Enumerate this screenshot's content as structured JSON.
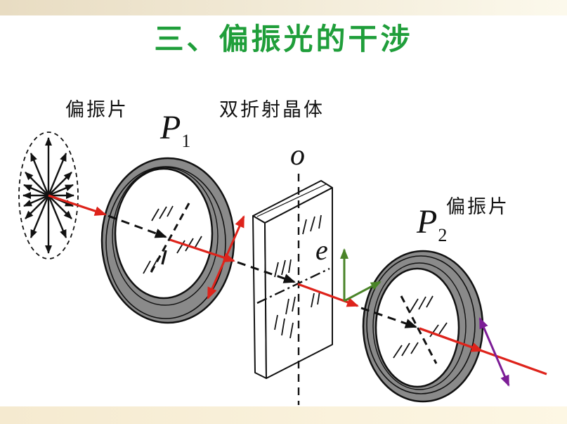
{
  "title": "三、偏振光的干涉",
  "labels": {
    "polarizer_left": "偏振片",
    "crystal": "双折射晶体",
    "polarizer_right": "偏振片",
    "p1_main": "P",
    "p1_sub": "1",
    "p2_main": "P",
    "p2_sub": "2",
    "o_axis": "o",
    "e_ray": "e"
  },
  "colors": {
    "title_green": "#1f9e3a",
    "ray_red": "#de231b",
    "axis_green": "#4a8428",
    "pol_purple": "#7c1d96",
    "ring_gray": "#8a8a8a",
    "ink": "#111111",
    "background": "#ffffff",
    "band_top_left": "#e8dcc2",
    "band_top_right": "#fcf9ec",
    "band_bottom_left": "#f5ead0",
    "band_bottom_right": "#fdf7e4"
  }
}
